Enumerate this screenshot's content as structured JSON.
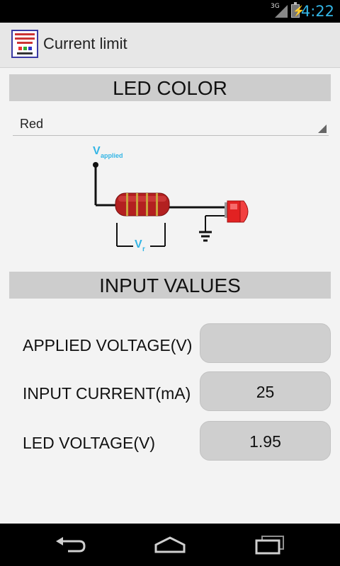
{
  "status_bar": {
    "network": "3G",
    "time": "4:22"
  },
  "action_bar": {
    "title": "Current limit",
    "app_icon": "app-logo"
  },
  "led_section": {
    "header": "LED COLOR",
    "selected_color": "Red"
  },
  "circuit": {
    "v_applied_main": "V",
    "v_applied_sub": "applied",
    "v_r_main": "V",
    "v_r_sub": "r"
  },
  "input_section": {
    "header": "INPUT VALUES",
    "fields": [
      {
        "label": "APPLIED VOLTAGE(V)",
        "value": ""
      },
      {
        "label": "INPUT CURRENT(mA)",
        "value": "25"
      },
      {
        "label": "LED VOLTAGE(V)",
        "value": "1.95"
      }
    ]
  },
  "nav_bar": {
    "back_icon": "back-icon",
    "home_icon": "home-icon",
    "recents_icon": "recent-apps-icon"
  },
  "colors": {
    "accent": "#33b5e5",
    "header_bg": "#cdcdcd",
    "field_bg": "#cfcfcf",
    "background": "#f3f3f3"
  }
}
